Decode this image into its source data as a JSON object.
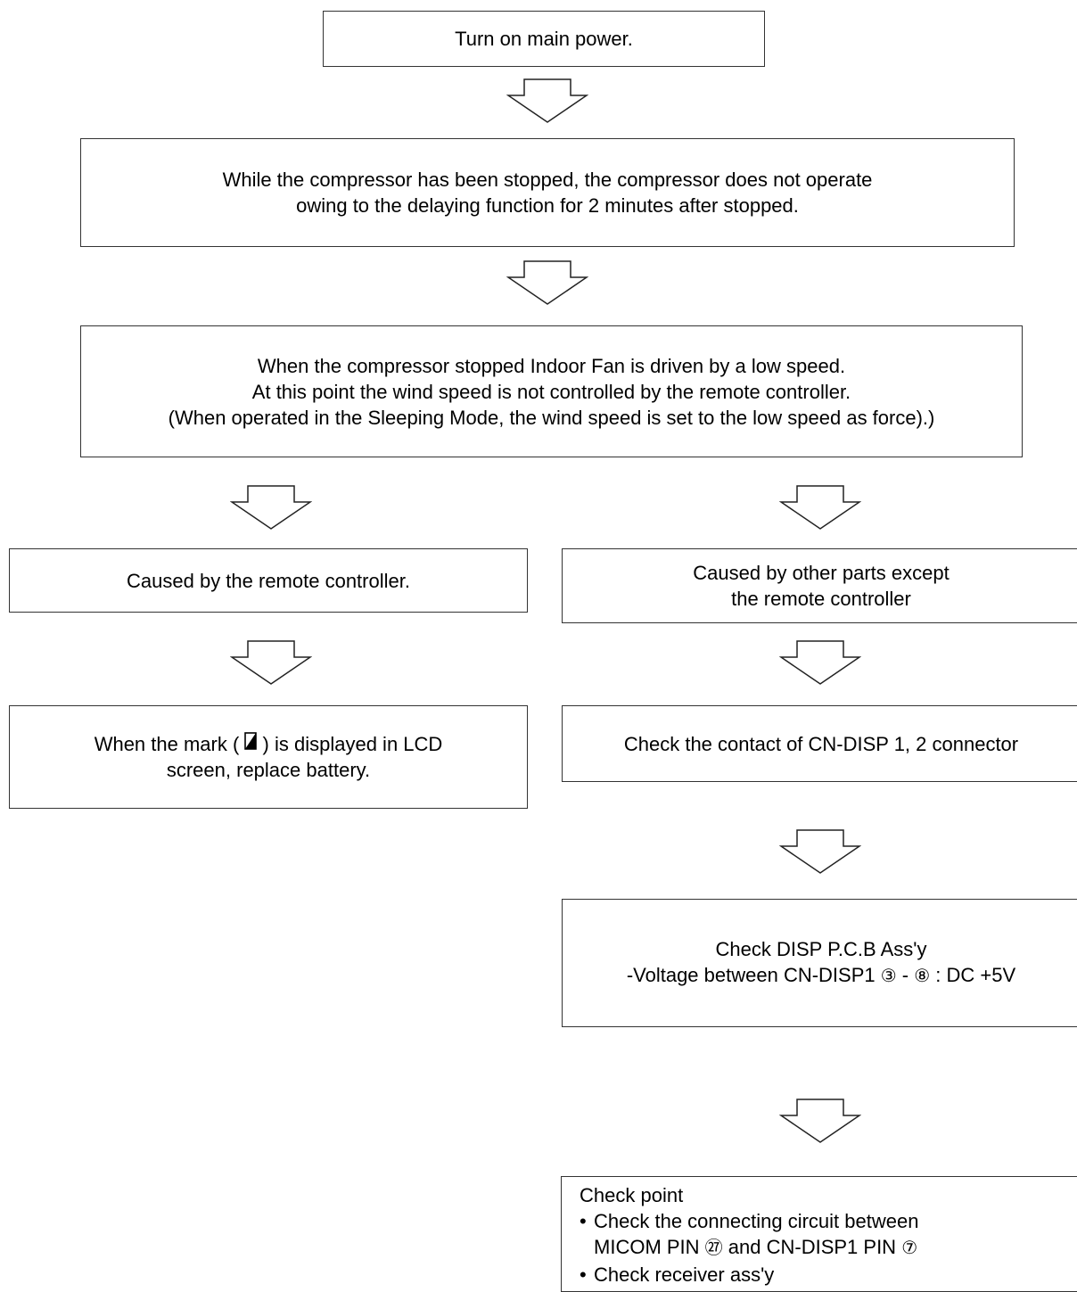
{
  "steps": {
    "power": "Turn on main power.",
    "delay": {
      "line1": "While the compressor has been stopped, the compressor does not operate",
      "line2": "owing to the delaying function for 2 minutes after stopped."
    },
    "fan": {
      "line1": "When the compressor stopped Indoor Fan is driven by a low speed.",
      "line2": "At this point the wind speed is not controlled by the remote controller.",
      "line3": "(When operated in the Sleeping Mode, the wind speed is set to the low speed as force).)"
    },
    "left_cause": "Caused by the remote controller.",
    "right_cause": {
      "line1": "Caused by other parts except",
      "line2": "the remote controller"
    },
    "battery": {
      "line1_pre": "When the mark (",
      "line1_post": ") is displayed in LCD",
      "line2": "screen, replace battery.",
      "icon": "battery-icon"
    },
    "connector": "Check the contact of CN-DISP 1, 2 connector",
    "disp": {
      "line1": "Check DISP P.C.B Ass'y",
      "line2_pre": "-Voltage between CN-DISP1 ",
      "pin_a": "③",
      "sep": " - ",
      "pin_b": "⑧",
      "line2_post": " : DC +5V"
    },
    "checkpoint": {
      "title": "Check point",
      "bullet": "•",
      "item1_line1": "Check the connecting circuit between",
      "item1_line2_pre": "MICOM PIN ",
      "pin_micom": "㉗",
      "item1_line2_mid": " and CN-DISP1 PIN ",
      "pin_disp": "⑦",
      "item2": "Check receiver ass'y"
    }
  }
}
